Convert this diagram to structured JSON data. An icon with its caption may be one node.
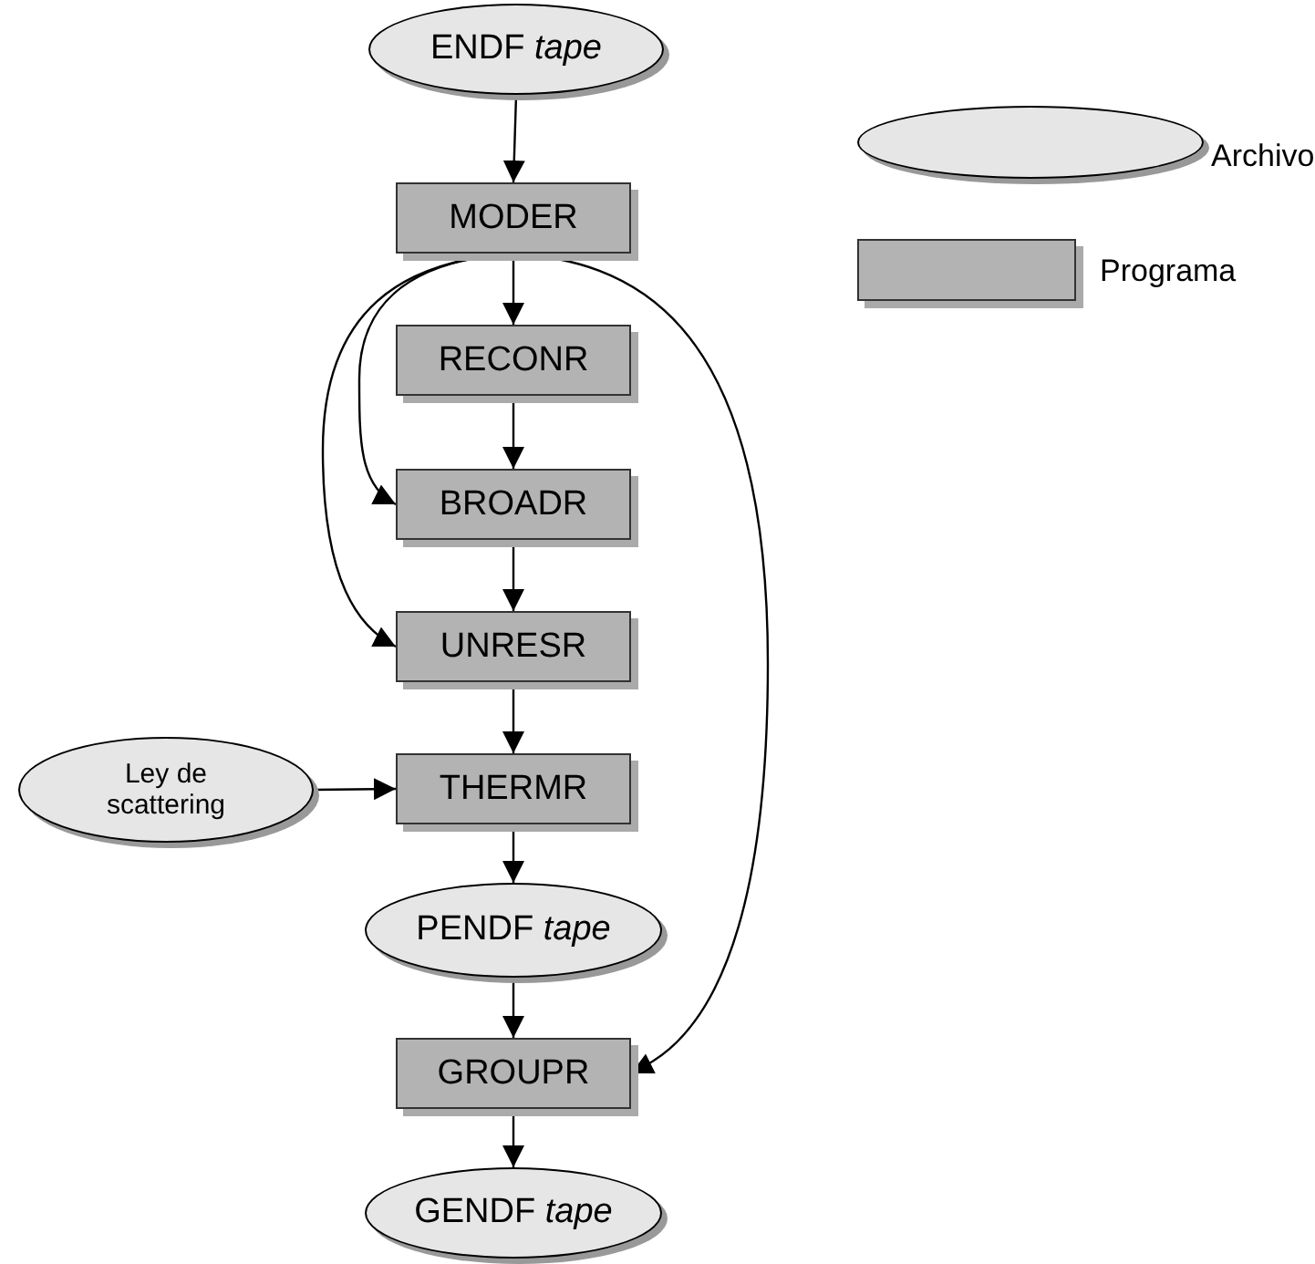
{
  "diagram": {
    "nodes": [
      {
        "text": [
          "ENDF *tape*"
        ]
      },
      {
        "text": [
          "MODER"
        ]
      },
      {
        "text": [
          "RECONR"
        ]
      },
      {
        "text": [
          "BROADR"
        ]
      },
      {
        "text": [
          "UNRESR"
        ]
      },
      {
        "text": [
          "Ley de scattering"
        ]
      },
      {
        "text": [
          "THERMR"
        ]
      },
      {
        "text": [
          "PENDF *tape*"
        ]
      },
      {
        "text": [
          "GROUPR"
        ]
      },
      {
        "text": [
          "GENDF *tape*"
        ]
      }
    ],
    "edges": [
      {
        "from": 0,
        "to": 1,
        "arrow": "to"
      },
      {
        "from": 1,
        "to": 2,
        "arrow": "to"
      },
      {
        "from": 2,
        "to": 3,
        "arrow": "to"
      },
      {
        "from": 3,
        "to": 4,
        "arrow": "to"
      },
      {
        "from": 4,
        "to": 6,
        "arrow": "to"
      },
      {
        "from": 5,
        "to": 6,
        "arrow": "to"
      },
      {
        "from": 6,
        "to": 7,
        "arrow": "to"
      },
      {
        "from": 7,
        "to": 8,
        "arrow": "to"
      },
      {
        "from": 8,
        "to": 9,
        "arrow": "to"
      },
      {
        "from": 1,
        "to": 3,
        "arrow": "to"
      },
      {
        "from": 1,
        "to": 4,
        "arrow": "to"
      },
      {
        "from": 1,
        "to": 8,
        "arrow": "to"
      }
    ],
    "legend": [
      {
        "text": "Archivo",
        "color": "#e6e6e6"
      },
      {
        "text": "Programa",
        "color": "#b3b3b3"
      }
    ]
  }
}
